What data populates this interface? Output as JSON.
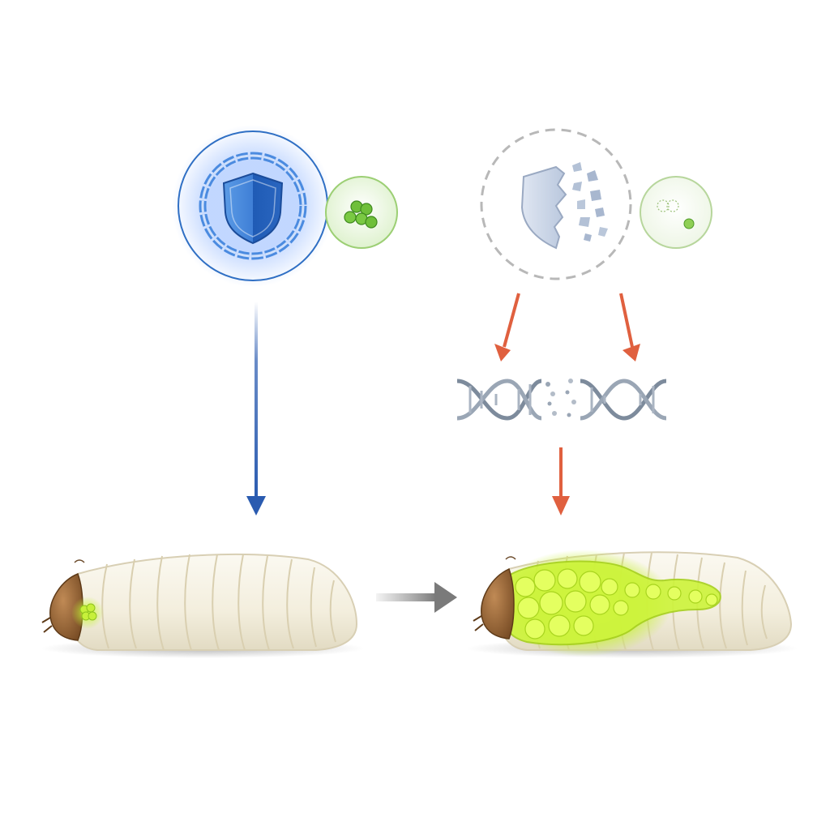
{
  "diagram": {
    "texts": [],
    "colors": {
      "background": "#ffffff",
      "intact_blue": "#2f6fc4",
      "arrow_blue": "#2a5bb0",
      "arrow_orange": "#e0603f",
      "arrow_gray": "#8a8a8a",
      "bacteria_green": "#7ac943",
      "infection_glow": "#c8f03c",
      "larva_body": "#f6f2e6",
      "larva_head": "#9a6b3f",
      "dna_gray": "#7d8b9c"
    },
    "panels": [
      {
        "name": "intact-defense",
        "icons": [
          "shield-icon",
          "bacteria-cluster-icon"
        ],
        "outcome": "contained-infection"
      },
      {
        "name": "broken-defense",
        "icons": [
          "broken-shield-icon",
          "depleted-bacteria-icon",
          "broken-dna-icon"
        ],
        "outcome": "spreading-infection"
      }
    ]
  }
}
